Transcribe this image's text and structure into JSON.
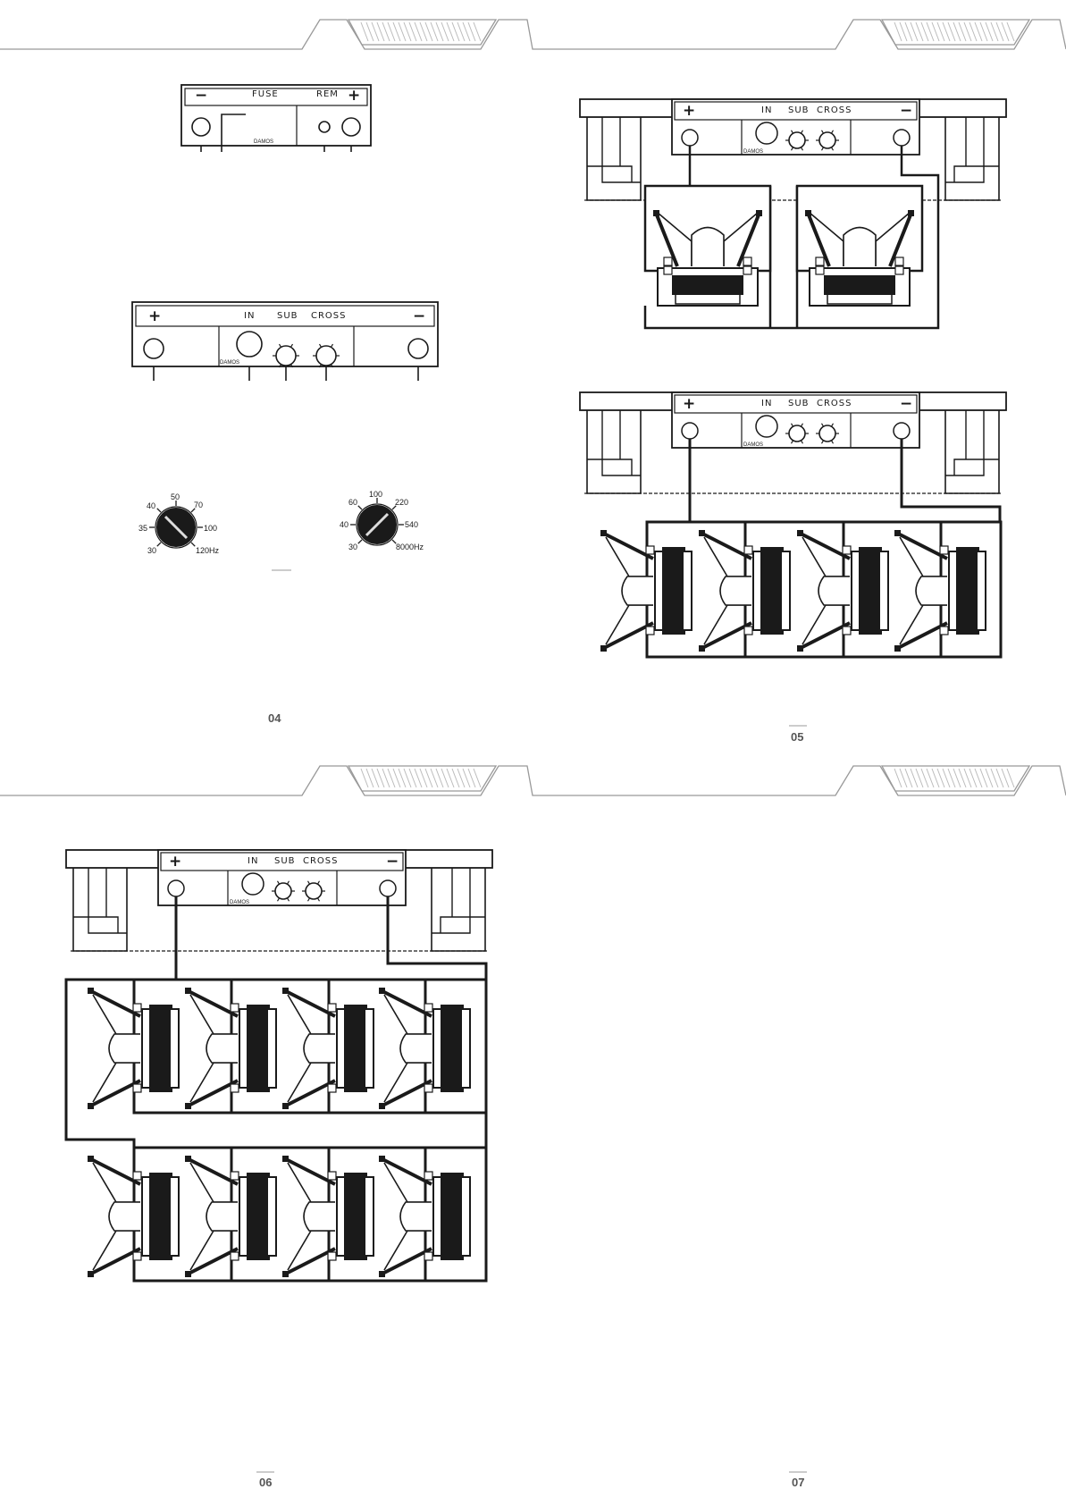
{
  "page_numbers": [
    "04",
    "05",
    "06",
    "07"
  ],
  "panel_top": {
    "minus": "−",
    "fuse": "FUSE",
    "rem": "REM",
    "plus": "+",
    "brand": "DAMOS"
  },
  "panel_main": {
    "plus": "+",
    "in": "IN",
    "sub": "SUB",
    "cross": "CROSS",
    "minus": "−",
    "brand": "DAMOS"
  },
  "knob_sub": {
    "ticks": [
      "30",
      "35",
      "40",
      "50",
      "70",
      "100",
      "120Hz"
    ]
  },
  "knob_cross": {
    "ticks": [
      "30",
      "40",
      "60",
      "100",
      "220",
      "540",
      "8000Hz"
    ]
  },
  "terminal_plus": "+",
  "terminal_minus": "−"
}
